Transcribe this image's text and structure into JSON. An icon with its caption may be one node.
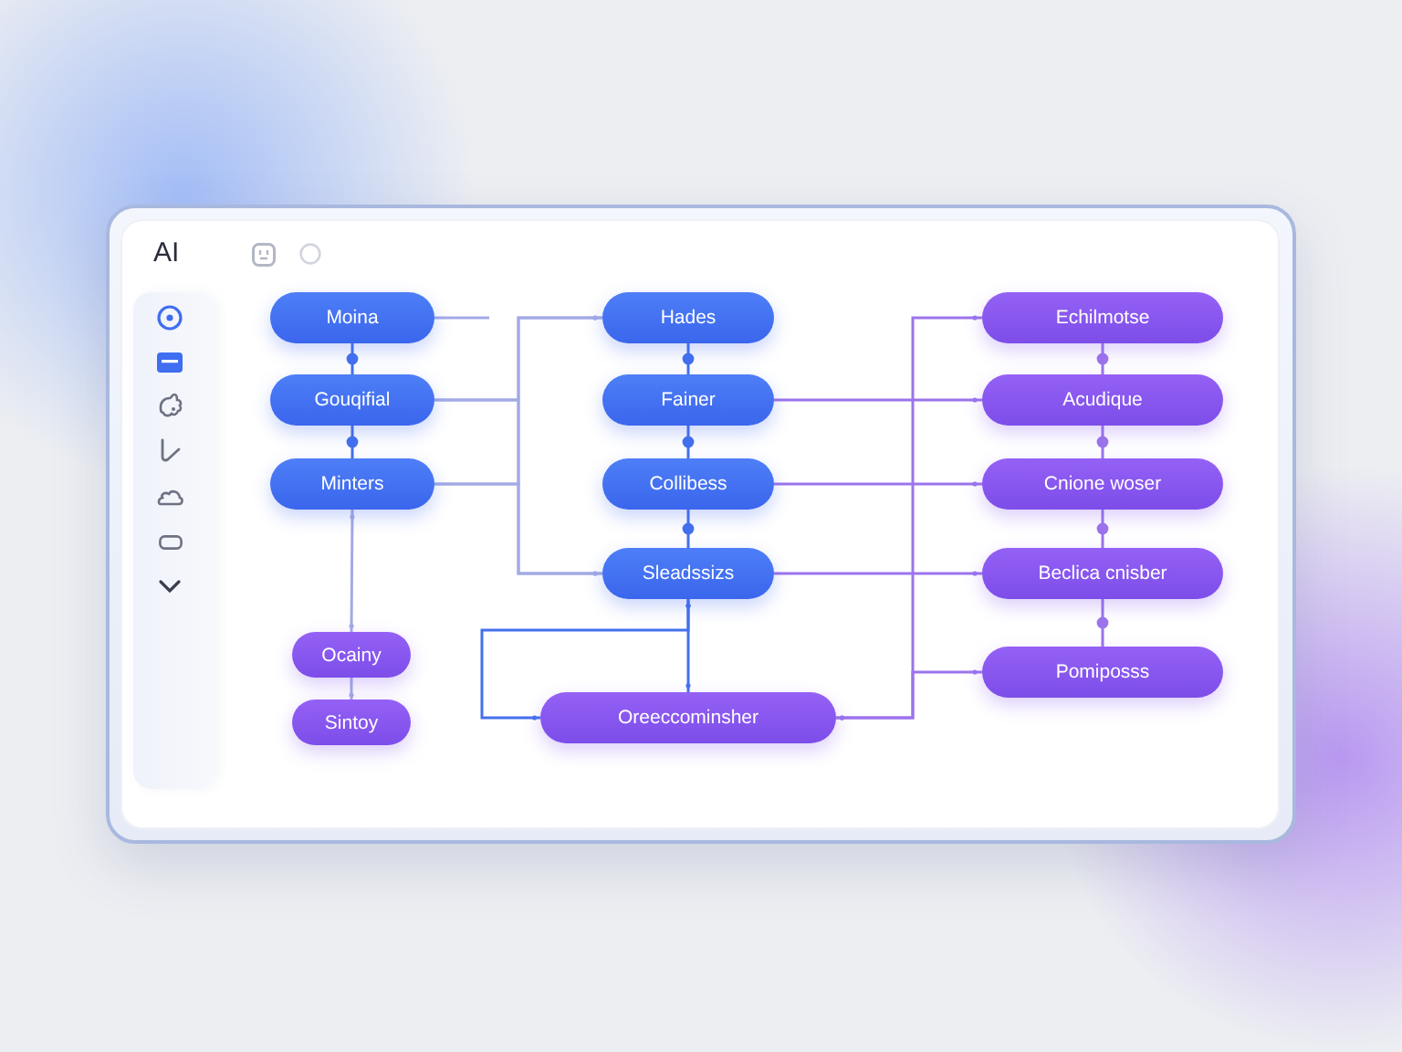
{
  "diagram": {
    "nodes": [
      {
        "text": [
          "Moina"
        ]
      },
      {
        "text": [
          "Gouqifial"
        ]
      },
      {
        "text": [
          "Minters"
        ]
      },
      {
        "text": [
          "Ocainy"
        ]
      },
      {
        "text": [
          "Sintoy"
        ]
      },
      {
        "text": [
          "Hades"
        ]
      },
      {
        "text": [
          "Fainer"
        ]
      },
      {
        "text": [
          "Collibess"
        ]
      },
      {
        "text": [
          "Sleadssizs"
        ]
      },
      {
        "text": [
          "Oreeccominsher"
        ]
      },
      {
        "text": [
          "Echilmotse"
        ]
      },
      {
        "text": [
          "Acudique"
        ]
      },
      {
        "text": [
          "Cnione woser"
        ]
      },
      {
        "text": [
          "Beclica cnisber"
        ]
      },
      {
        "text": [
          "Pomiposss"
        ]
      }
    ],
    "edges": [
      {
        "from": 0,
        "to": null,
        "arrow": "none",
        "color": "#a3aae6"
      },
      {
        "from": 0,
        "to": 1,
        "arrow": "none",
        "color": "#4470ee"
      },
      {
        "from": 1,
        "to": 2,
        "arrow": "none",
        "color": "#4470ee"
      },
      {
        "from": 2,
        "to": 3,
        "arrow": "other",
        "color": "#a3aae6"
      },
      {
        "from": 3,
        "to": 4,
        "arrow": "other",
        "color": "#a3aae6"
      },
      {
        "from": 1,
        "to": 5,
        "arrow": "other",
        "color": "#a3aae6"
      },
      {
        "from": 1,
        "to": 8,
        "arrow": "other",
        "color": "#a3aae6"
      },
      {
        "from": 2,
        "to": 5,
        "arrow": "other",
        "color": "#a3aae6"
      },
      {
        "from": 2,
        "to": 8,
        "arrow": "other",
        "color": "#a3aae6"
      },
      {
        "from": 5,
        "to": 6,
        "arrow": "none",
        "color": "#4470ee"
      },
      {
        "from": 6,
        "to": 7,
        "arrow": "none",
        "color": "#4470ee"
      },
      {
        "from": 7,
        "to": 8,
        "arrow": "none",
        "color": "#4470ee"
      },
      {
        "from": 8,
        "to": 9,
        "arrow": "other",
        "color": "#4470ee"
      },
      {
        "from": 8,
        "to": 9,
        "arrow": "other",
        "color": "#4470ee"
      },
      {
        "from": 6,
        "to": 11,
        "arrow": "other"
      },
      {
        "from": 7,
        "to": 12,
        "arrow": "other"
      },
      {
        "from": 8,
        "to": 13,
        "arrow": "other"
      },
      {
        "from": 9,
        "to": 10,
        "arrow": "other"
      },
      {
        "from": 9,
        "to": 14,
        "arrow": "other"
      },
      {
        "from": 10,
        "to": 11,
        "arrow": "none"
      },
      {
        "from": 11,
        "to": 12,
        "arrow": "none"
      },
      {
        "from": 12,
        "to": 13,
        "arrow": "none"
      },
      {
        "from": 13,
        "to": 14,
        "arrow": "none"
      }
    ],
    "labels": [
      "AI"
    ]
  }
}
